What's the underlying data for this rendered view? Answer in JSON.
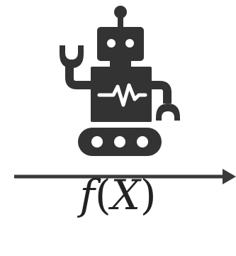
{
  "formula": {
    "func": "f",
    "open": "(",
    "var": "X",
    "close": ")"
  },
  "icon": {
    "name": "robot-icon",
    "color": "#333333"
  },
  "arrow": {
    "name": "right-arrow",
    "color": "#3a3a3a"
  }
}
